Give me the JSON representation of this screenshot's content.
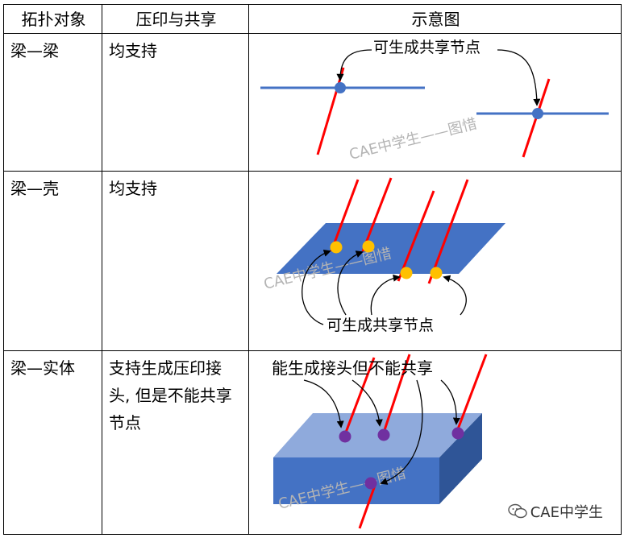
{
  "table": {
    "headers": [
      "拓扑对象",
      "压印与共享",
      "示意图"
    ],
    "rows": [
      {
        "object": "梁—梁",
        "imprint": "均支持",
        "callout": "可生成共享节点",
        "watermark": "CAE中学生——图惜"
      },
      {
        "object": "梁—壳",
        "imprint": "均支持",
        "callout": "可生成共享节点",
        "watermark": "CAE中学生——图惜"
      },
      {
        "object": "梁—实体",
        "imprint_lines": [
          "支持生成压印接",
          "头, 但是不能共享",
          "节点"
        ],
        "callout": "能生成接头但不能共享",
        "watermark": "CAE中学生——图惜"
      }
    ]
  },
  "brand": {
    "icon": "wechat-icon",
    "label": "CAE中学生"
  },
  "colors": {
    "beam_blue": "#4472c4",
    "beam_red": "#ff0000",
    "node_orange": "#ffc000",
    "node_purple": "#7030a0",
    "shell_blue": "#4472c4",
    "solid_front": "#4472c4",
    "solid_top": "#8faadc",
    "watermark": "#b4b4b4"
  }
}
